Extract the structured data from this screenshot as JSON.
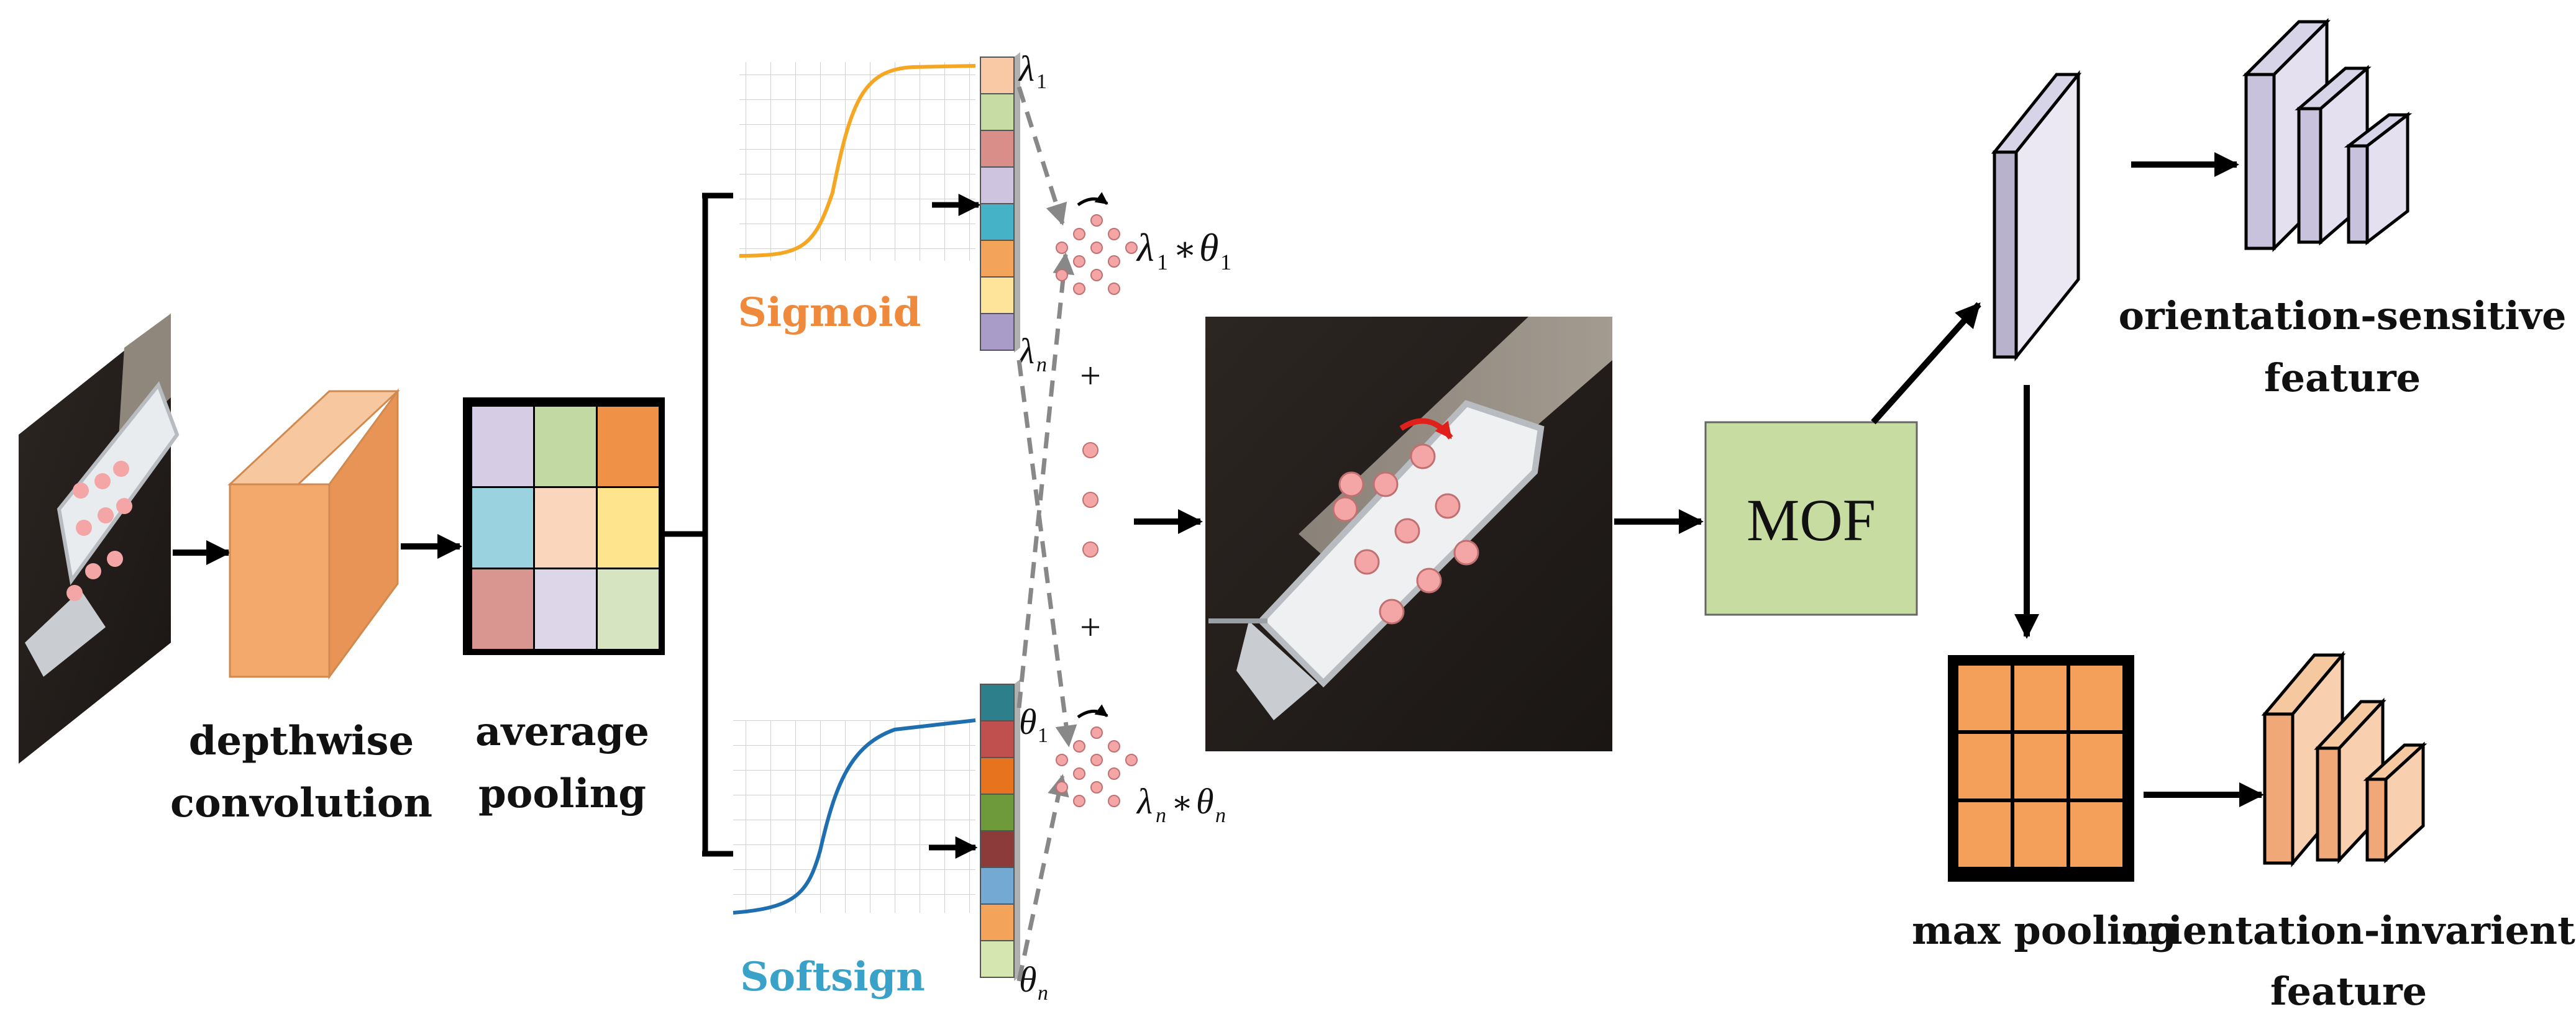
{
  "labels": {
    "depthwise_line1": "depthwise",
    "depthwise_line2": "convolution",
    "avgpool_line1": "average",
    "avgpool_line2": "pooling",
    "sigmoid": "Sigmoid",
    "softsign": "Softsign",
    "mof": "MOF",
    "orient_sensitive_line1": "orientation-sensitive",
    "orient_sensitive_line2": "feature",
    "maxpool": "max pooling",
    "orient_invariant_line1": "orientation-invarient",
    "orient_invariant_line2": "feature"
  },
  "math": {
    "lambda": "λ",
    "theta": "θ",
    "sub_1": "1",
    "sub_n": "n",
    "star": "∗",
    "plus": "+"
  },
  "colors": {
    "sigmoid_text": "#ef8a3c",
    "softsign_text": "#3aa2c8",
    "sigmoid_curve": "#f5a623",
    "softsign_curve": "#1f6fb0",
    "depthwise_block": "#f2a96b",
    "mof_box": "#c6dca0",
    "sensitive_block": "#e4e0f0",
    "invariant_block": "#f5b98a",
    "maxpool_cell": "#f4a05a"
  },
  "avgpool_grid_colors": [
    "#d6cce4",
    "#c2d9a4",
    "#ef9147",
    "#9bd2df",
    "#fad6bd",
    "#fde48d",
    "#d99590",
    "#dcd6e8",
    "#d7e4c2"
  ],
  "sigmoid_vector_colors": [
    "#f9c8a4",
    "#c6dca4",
    "#d98e8a",
    "#cfc4e0",
    "#45b2c8",
    "#f4a35a",
    "#fde49a",
    "#a99cc8"
  ],
  "softsign_vector_colors": [
    "#2e7f8c",
    "#c0504d",
    "#e8731f",
    "#6f9a3c",
    "#8c3a3a",
    "#74a9d4",
    "#f4a35a",
    "#d5e6b0"
  ]
}
